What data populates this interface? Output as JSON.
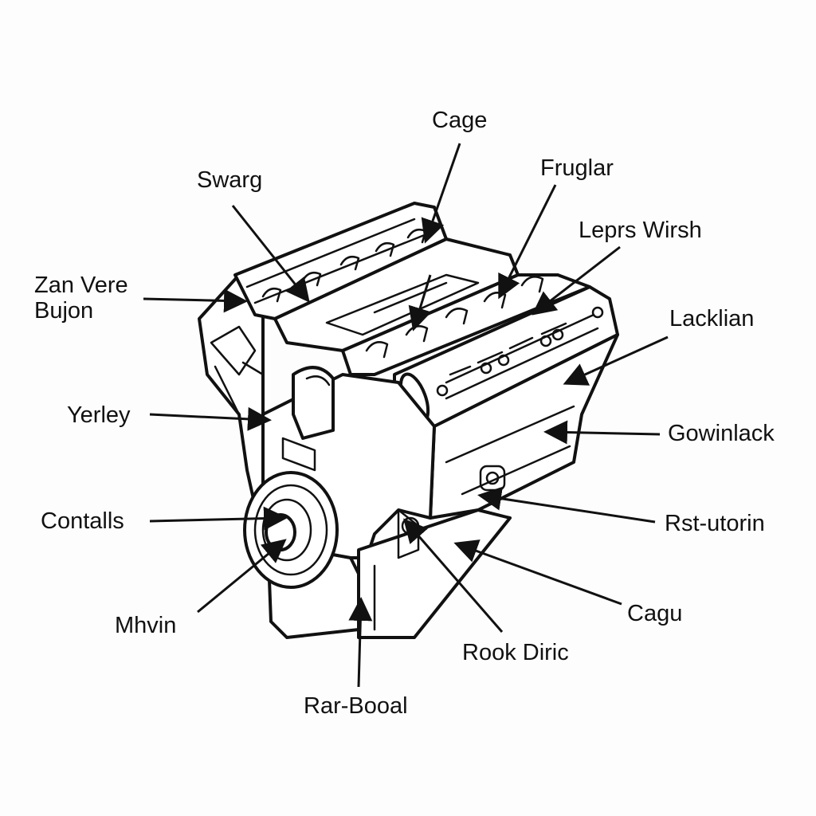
{
  "colors": {
    "ink": "#111111",
    "paper": "#fdfdfd"
  },
  "labels": {
    "cage_top": "Cage",
    "swarg": "Swarg",
    "fruglar": "Fruglar",
    "lepers_wirsh": "Leprs Wirsh",
    "zan_vere_line1": "Zan Vere",
    "zan_vere_line2": "Bujon",
    "lacklian": "Lacklian",
    "yerley": "Yerley",
    "gowinlack": "Gowinlack",
    "contalls": "Contalls",
    "rst_utorin": "Rst-utorin",
    "cagu": "Cagu",
    "mhvin": "Mhvin",
    "rook_diric": "Rook Diric",
    "rar_booal": "Rar-Booal"
  }
}
